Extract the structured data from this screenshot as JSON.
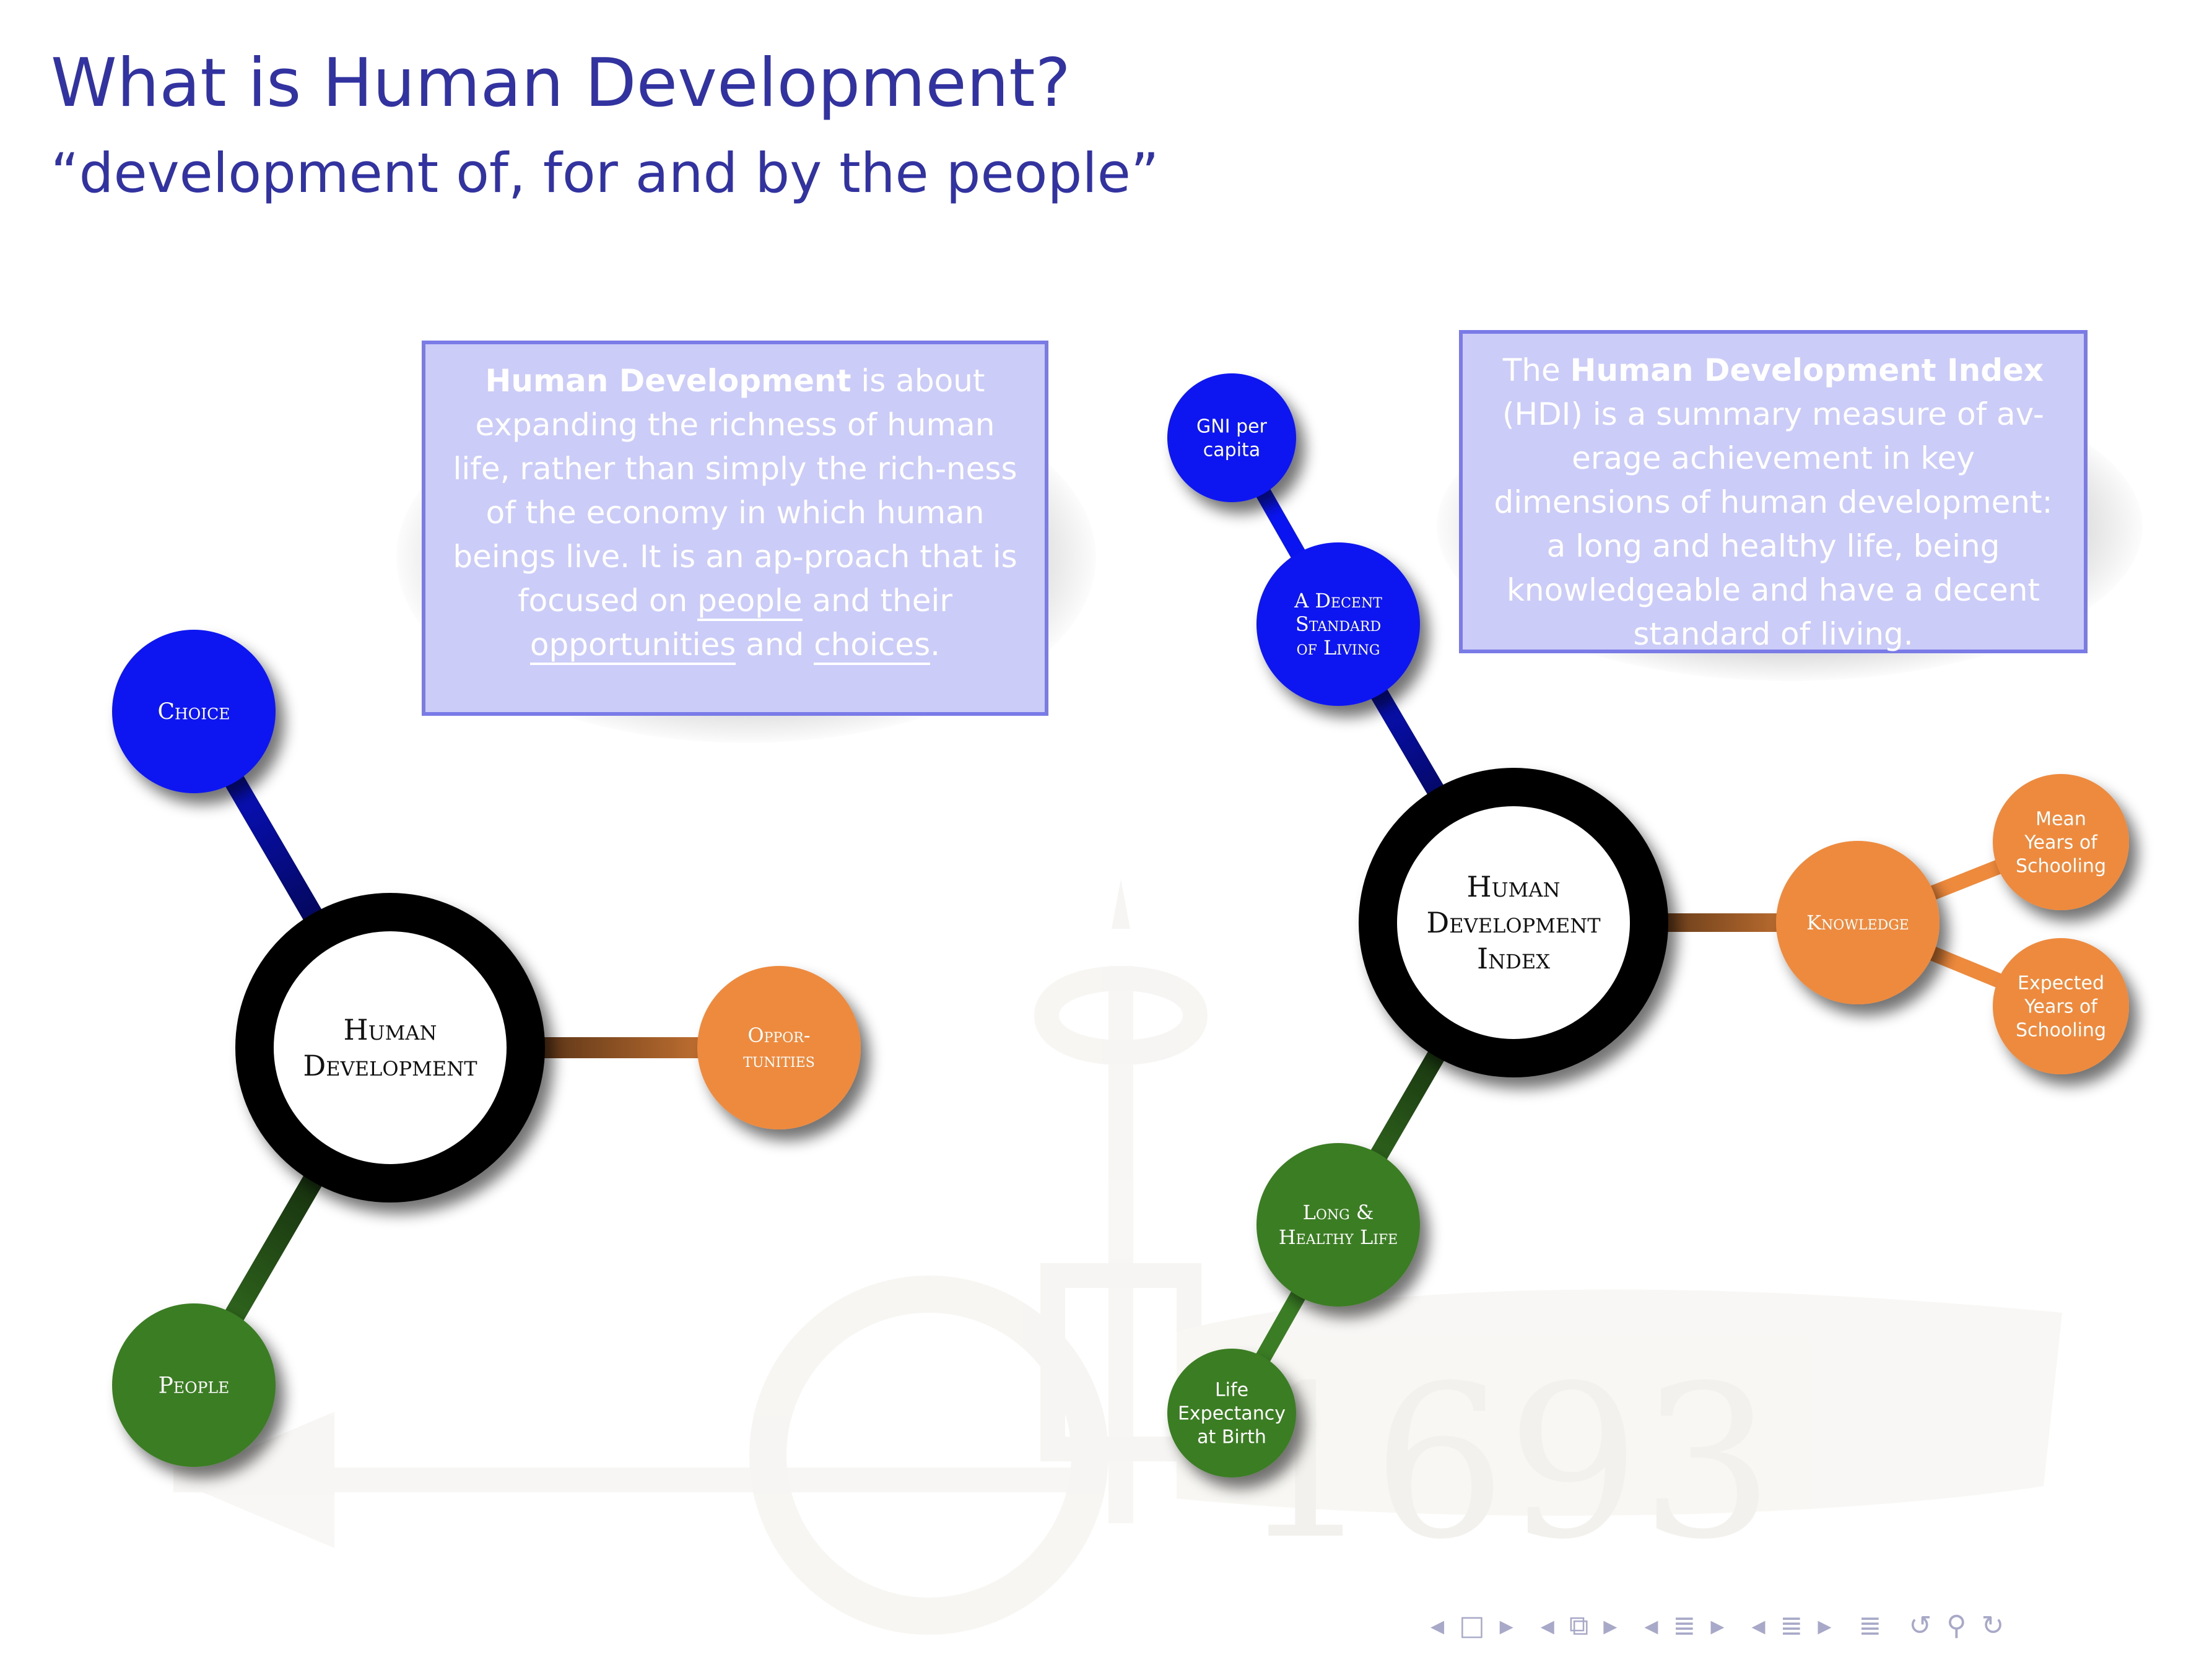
{
  "title": "What is Human Development?",
  "subtitle": "“development of, for and by the people”",
  "left_callout": {
    "p1_bold": "Human Development",
    "p1_text": " is about expanding the richness of human life, rather than simply the rich-ness of the economy in which human beings live. It is an ap-proach that is focused on ",
    "link_people": "people",
    "mid1": " and their ",
    "link_opportunities": "opportunities",
    "mid2": " and ",
    "link_choices": "choices",
    "end": "."
  },
  "right_callout": {
    "pre": "The ",
    "bold": "Human Development Index",
    "text": " (HDI) is a summary measure of av-erage achievement in key dimensions of human development: a long and healthy life, being knowledgeable and have a decent standard of living."
  },
  "left_map": {
    "root": [
      "Human",
      "Development"
    ],
    "choice": [
      "Choice"
    ],
    "opportunities": [
      "Oppor-",
      "tunities"
    ],
    "people": [
      "People"
    ]
  },
  "right_map": {
    "root": [
      "Human",
      "Development",
      "Index"
    ],
    "decent": [
      "A Decent",
      "Standard",
      "of Living"
    ],
    "gni": [
      "GNI per",
      "capita"
    ],
    "knowledge": [
      "Knowledge"
    ],
    "mean_years": [
      "Mean",
      "Years of",
      "Schooling"
    ],
    "expected_years": [
      "Expected",
      "Years of",
      "Schooling"
    ],
    "long_healthy": [
      "Long &",
      "Healthy Life"
    ],
    "life_expectancy": [
      "Life",
      "Expectancy",
      "at Birth"
    ]
  },
  "watermark": {
    "year": "1693"
  },
  "colors": {
    "blue": "#0a14f0",
    "orange": "#ee8a3c",
    "green": "#3a7d24",
    "root_ring": "#000000",
    "title": "#3232a0",
    "callout_fill": "#ccccf8",
    "callout_border": "#7b7be8"
  },
  "nav_icons": [
    "nav-left-arrow-icon",
    "frame-icon",
    "nav-right-arrow-icon",
    "subsection-left-icon",
    "subsection-icon",
    "subsection-right-icon",
    "section-left-icon",
    "section-icon",
    "section-right-icon",
    "doc-left-icon",
    "doc-icon",
    "doc-right-icon",
    "appendix-icon",
    "back-icon",
    "search-icon",
    "forward-icon"
  ]
}
